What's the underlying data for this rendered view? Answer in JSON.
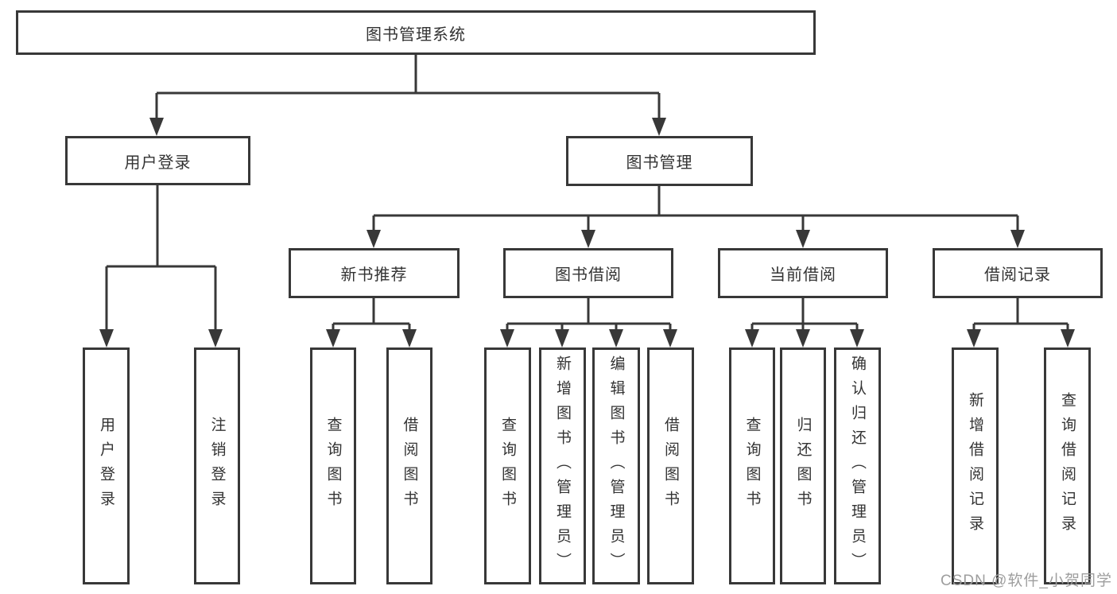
{
  "diagram": {
    "root": "图书管理系统",
    "level2": [
      "用户登录",
      "图书管理"
    ],
    "level3": [
      "新书推荐",
      "图书借阅",
      "当前借阅",
      "借阅记录"
    ],
    "user_login_children": [
      "用户登录",
      "注销登录"
    ],
    "new_book_children": [
      "查询图书",
      "借阅图书"
    ],
    "book_borrow_children": [
      "查询图书",
      "新增图书（管理员）",
      "编辑图书（管理员）",
      "借阅图书"
    ],
    "current_borrow_children": [
      "查询图书",
      "归还图书",
      "确认归还（管理员）"
    ],
    "borrow_record_children": [
      "新增借阅记录",
      "查询借阅记录"
    ]
  },
  "watermark": "CSDN @软件_小贺同学",
  "colors": {
    "line": "#383838",
    "text": "#333333",
    "watermark": "#9e9e9e",
    "background": "#ffffff"
  }
}
